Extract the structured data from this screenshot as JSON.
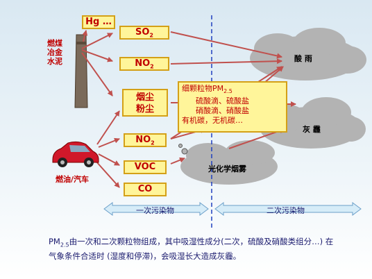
{
  "sources": {
    "coal_label": [
      "燃煤",
      "冶金",
      "水泥"
    ],
    "car_label": "燃油/汽车"
  },
  "primary_pollutants": {
    "hg": "Hg …",
    "so2": "SO",
    "so2_sub": "2",
    "no2_top": "NO",
    "no2_top_sub": "2",
    "dust_line1": "烟尘",
    "dust_line2": "粉尘",
    "no2_bottom": "NO",
    "no2_bottom_sub": "2",
    "voc": "VOC",
    "co": "CO"
  },
  "pm_box": {
    "title": "细颗粒物PM",
    "title_sub": "2.5",
    "line1": "硫酸滴、硫酸盐",
    "line2": "硝酸滴、硝酸盐",
    "line3": "有机碳，无机碳…"
  },
  "clouds": {
    "acid_rain": "酸 雨",
    "haze": "灰 霾",
    "photochemical_smog": "光化学烟雾"
  },
  "bands": {
    "primary": "一次污染物",
    "secondary": "二次污染物"
  },
  "caption": {
    "pm_prefix": "PM",
    "pm_sub": "2.5",
    "text_line1": "由一次和二次颗粒物组成，其中吸湿性成分(二次，硫酸及硝酸类组分…) 在",
    "text_line2": "气象条件合适时 (湿度和停滞)，会吸湿长大造成灰霾。"
  },
  "colors": {
    "arrow": "#c0504d",
    "box_fill": "#fff59a",
    "box_border": "#d4a017",
    "box_text": "#c00000",
    "band_fill": "#d6ecf8",
    "divider": "#1f3fbf",
    "cloud": "#b3b3b3"
  }
}
